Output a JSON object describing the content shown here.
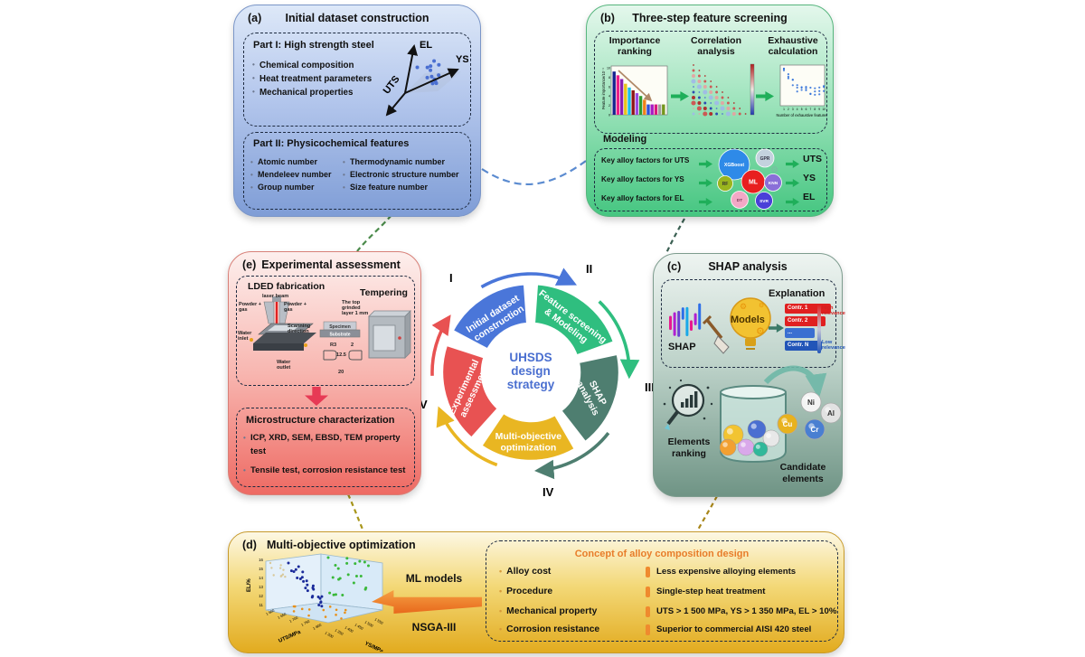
{
  "panel_a": {
    "tag": "(a)",
    "title": "Initial dataset construction",
    "part1": {
      "title": "Part I: High strength steel",
      "items": [
        "Chemical composition",
        "Heat treatment parameters",
        "Mechanical properties"
      ],
      "axes": {
        "up": "EL",
        "right": "YS",
        "diag": "UTS"
      }
    },
    "part2": {
      "title": "Part II: Physicochemical features",
      "col1": [
        "Atomic number",
        "Mendeleev number",
        "Group number"
      ],
      "col2": [
        "Thermodynamic number",
        "Electronic structure number",
        "Size feature number"
      ]
    }
  },
  "panel_b": {
    "tag": "(b)",
    "title": "Three-step feature screening",
    "steps": [
      "Importance ranking",
      "Correlation analysis",
      "Exhaustive calculation"
    ],
    "importance_chart": {
      "type": "bar",
      "ylabel": "Feature importance/10⁻¹",
      "yticks": [
        0,
        2,
        4,
        6,
        8,
        10
      ],
      "values": [
        9.2,
        8.4,
        7.6,
        6.6,
        5.8,
        5.2,
        4.6,
        4.0,
        3.2,
        2.2,
        2.2,
        2.2,
        2.2,
        2.2
      ],
      "colors": [
        "#16228f",
        "#ec1f8a",
        "#8a1fb4",
        "#e8c419",
        "#19c0ea",
        "#8f1616",
        "#9a4ae0",
        "#2f9a2f",
        "#f08019",
        "#2f4fd8",
        "#a819c4",
        "#d8197f",
        "#9f9f9f",
        "#74961c"
      ]
    },
    "exhaustive_chart": {
      "type": "scatter",
      "xlabel": "Number of exhaustive features",
      "xticks": [
        1,
        2,
        3,
        4,
        5,
        6,
        7,
        8,
        9,
        10
      ],
      "point_color": "#2e6fd8"
    },
    "modeling_label": "Modeling",
    "factor_rows": [
      "Key alloy factors for UTS",
      "Key alloy factors for YS",
      "Key alloy factors for EL"
    ],
    "outputs": [
      "UTS",
      "YS",
      "EL"
    ],
    "models": [
      {
        "label": "XGBoost",
        "color": "#2e8ae8"
      },
      {
        "label": "GPR",
        "color": "#c4d2de"
      },
      {
        "label": "ML",
        "color": "#e81f1f"
      },
      {
        "label": "RF",
        "color": "#9ab51e"
      },
      {
        "label": "KNN",
        "color": "#8a6fd8"
      },
      {
        "label": "DT",
        "color": "#f2a8c6"
      },
      {
        "label": "SVR",
        "color": "#4a3fd8"
      }
    ]
  },
  "panel_c": {
    "tag": "(c)",
    "title": "SHAP analysis",
    "shap_label": "SHAP",
    "models_label": "Models",
    "explanation_title": "Explanation",
    "contr_bars": [
      {
        "label": "Contr. 1",
        "color": "#e02020",
        "w": 48
      },
      {
        "label": "Contr. 2",
        "color": "#e02020",
        "w": 42
      },
      {
        "label": "...",
        "color": "#3a6fd1",
        "w": 30
      },
      {
        "label": "Contr. N",
        "color": "#2255b8",
        "w": 38
      }
    ],
    "relevance_high": "High relevance",
    "relevance_low": "Low relevance",
    "elements_ranking": "Elements ranking",
    "candidate_label": "Candidate elements",
    "candidates": [
      {
        "symbol": "Cu",
        "color": "#e8b21e",
        "text": "#fff"
      },
      {
        "symbol": "Ni",
        "color": "#f4f4f4",
        "text": "#333"
      },
      {
        "symbol": "Cr",
        "color": "#4a7fd1",
        "text": "#fff"
      },
      {
        "symbol": "Al",
        "color": "#e2e2e2",
        "text": "#333"
      }
    ],
    "bucket_balls": [
      "#f2c431",
      "#4a6fd1",
      "#e8e8e8",
      "#f2a031",
      "#d9a8ea",
      "#31b89a"
    ]
  },
  "panel_d": {
    "tag": "(d)",
    "title": "Multi-objective optimization",
    "pareto_plot": {
      "type": "scatter3d",
      "zlabel": "EL/%",
      "xlabel": "UTS/MPa",
      "ylabel": "YS/MPa",
      "el_ticks": [
        11,
        12,
        13,
        14,
        15,
        16
      ],
      "uts_ticks": [
        "1 600",
        "1 650",
        "1 700",
        "1 750",
        "1 800"
      ],
      "ys_ticks": [
        "1 300",
        "1 350",
        "1 400",
        "1 450",
        "1 500",
        "1 550"
      ]
    },
    "ml_models": "ML models",
    "nsga": "NSGA-III",
    "concept": {
      "title": "Concept of alloy composition design",
      "rows": [
        {
          "left": "Alloy cost",
          "right": "Less expensive alloying elements"
        },
        {
          "left": "Procedure",
          "right": "Single-step heat treatment"
        },
        {
          "left": "Mechanical property",
          "right": "UTS > 1 500 MPa, YS > 1 350 MPa, EL > 10%"
        },
        {
          "left": "Corrosion resistance",
          "right": "Superior to commercial AISI 420 steel"
        }
      ]
    }
  },
  "panel_e": {
    "tag": "(e)",
    "title": "Experimental assessment",
    "lded_title": "LDED fabrication",
    "tempering": "Tempering",
    "sketch": {
      "laser": "laser beam",
      "powder_left": "Powder + gas",
      "powder_right": "Powder + gas",
      "scanning": "Scanning direction",
      "water_inlet": "Water inlet",
      "water_outlet": "Water outlet",
      "specimen": "Specimen",
      "substrate": "Substrate",
      "grinded": "The top grinded layer 1 mm",
      "r3": "R3",
      "d2": "2",
      "d125": "12.5",
      "d20": "20"
    },
    "micro": {
      "title": "Microstructure characterization",
      "bullets": [
        "ICP, XRD, SEM, EBSD, TEM property test",
        "Tensile test, corrosion resistance test"
      ]
    }
  },
  "ring": {
    "center": [
      "UHSDS",
      "design",
      "strategy"
    ],
    "center_color": "#4a6fd0",
    "segments": [
      {
        "numeral": "I",
        "lines": [
          "Initial dataset",
          "construction"
        ],
        "color": "#4a76d9"
      },
      {
        "numeral": "II",
        "lines": [
          "Feature screening",
          "& Modeling"
        ],
        "color": "#2fbe7f"
      },
      {
        "numeral": "III",
        "lines": [
          "SHAP",
          "analysis"
        ],
        "color": "#4e7e70"
      },
      {
        "numeral": "IV",
        "lines": [
          "Multi-objective",
          "optimization"
        ],
        "color": "#e9b622"
      },
      {
        "numeral": "V",
        "lines": [
          "Experimental",
          "assessment"
        ],
        "color": "#e85252"
      }
    ]
  },
  "connector_colors": {
    "a_b": "#5b8bd0",
    "a_e": "#4a8a4a",
    "b_c": "#3a5f52",
    "c_d": "#a8861a",
    "d_e": "#a8961a"
  }
}
